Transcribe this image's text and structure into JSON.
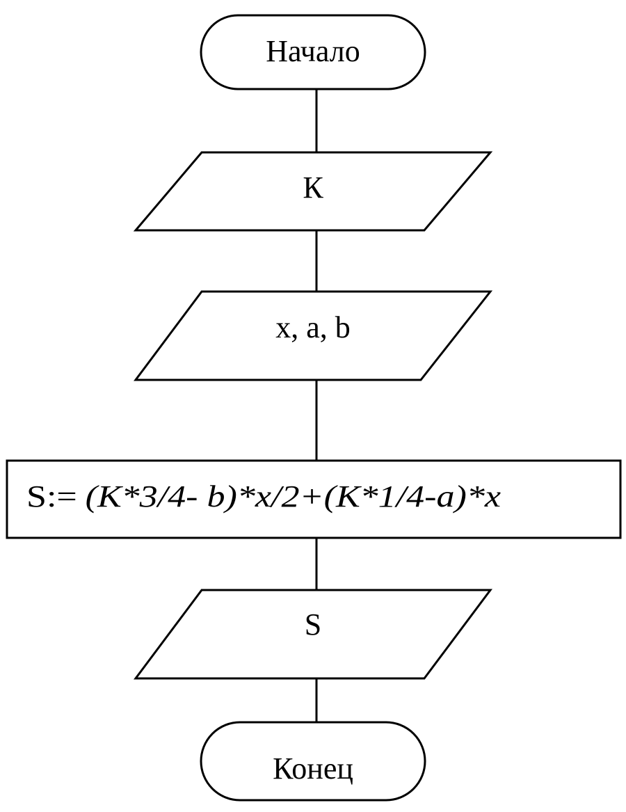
{
  "flowchart": {
    "start": {
      "label": "Начало"
    },
    "input_k": {
      "label": "К"
    },
    "input_xab": {
      "label": "x, a, b"
    },
    "process": {
      "prefix": "S:=",
      "formula": "(К*3/4- b)*x/2+(К*1/4-a)*x"
    },
    "output_s": {
      "label": "S"
    },
    "end": {
      "label": "Конец"
    }
  }
}
